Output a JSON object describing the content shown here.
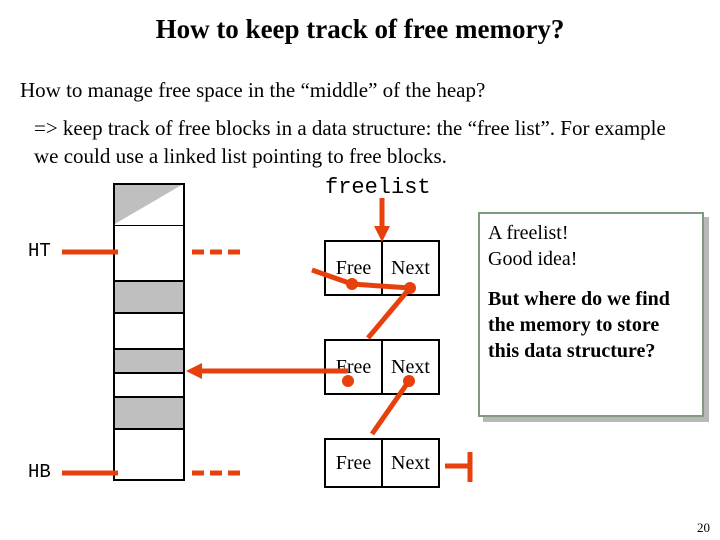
{
  "slide": {
    "title": "How to keep track of free memory?",
    "question": "How to manage free space in the “middle” of the heap?",
    "answer": "=> keep track of free blocks in a data structure: the “free list”. For example we could use a linked list pointing to free blocks.",
    "page_number": "20"
  },
  "diagram": {
    "freelist_label": "freelist",
    "heap_top_label": "HT",
    "heap_bottom_label": "HB",
    "nodes": [
      {
        "free_label": "Free",
        "next_label": "Next"
      },
      {
        "free_label": "Free",
        "next_label": "Next"
      },
      {
        "free_label": "Free",
        "next_label": "Next"
      }
    ],
    "memory_blocks": [
      {
        "state": "gray"
      },
      {
        "state": "white"
      },
      {
        "state": "gray"
      },
      {
        "state": "white"
      },
      {
        "state": "gray"
      },
      {
        "state": "white"
      }
    ],
    "accent_color": "#E8400C"
  },
  "callouts": {
    "first": "A freelist!\nGood idea!",
    "first_line1": "A freelist!",
    "first_line2": "Good idea!",
    "second": "But where do we find the memory to store this data structure?",
    "border_color": "#7f9a7f"
  }
}
